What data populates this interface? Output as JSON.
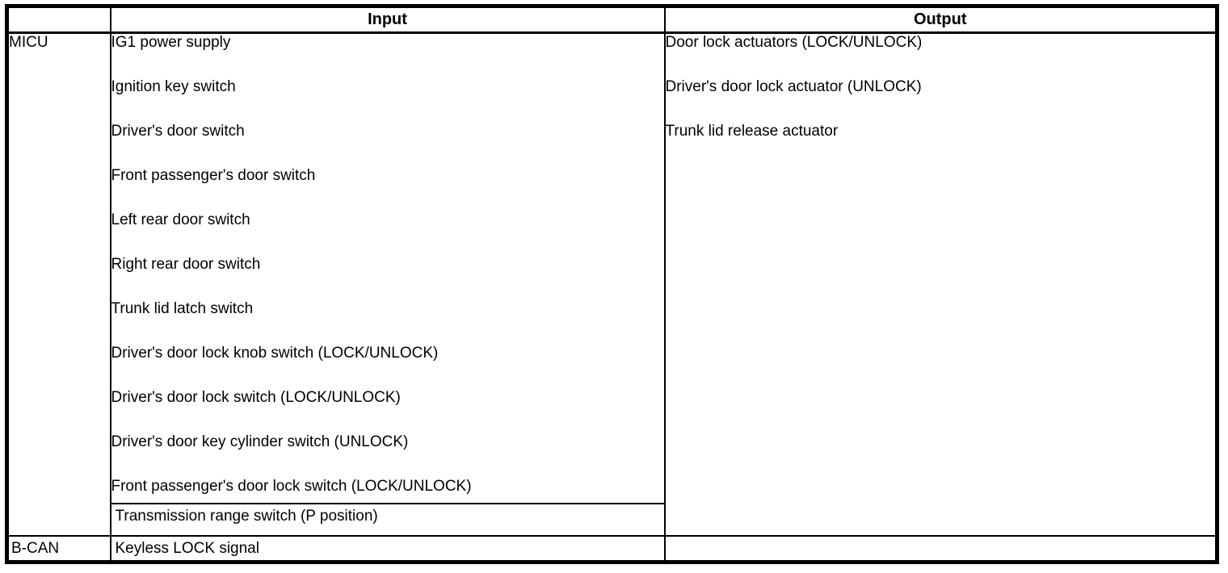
{
  "table": {
    "headers": {
      "unit": "",
      "input": "Input",
      "output": "Output"
    },
    "micu": {
      "label": "MICU",
      "inputs": [
        "IG1 power supply",
        "Ignition key switch",
        "Driver's door switch",
        "Front passenger's door switch",
        "Left rear door switch",
        "Right rear door switch",
        "Trunk lid latch switch",
        "Driver's door lock knob switch (LOCK/UNLOCK)",
        "Driver's door lock switch (LOCK/UNLOCK)",
        "Driver's door key cylinder switch (UNLOCK)",
        "Front passenger's door lock switch (LOCK/UNLOCK)"
      ],
      "sub_input": "Transmission range switch (P position)",
      "outputs": [
        "Door lock actuators (LOCK/UNLOCK)",
        "Driver's door lock actuator (UNLOCK)",
        "Trunk lid release actuator"
      ]
    },
    "bcan": {
      "label": "B-CAN",
      "input": "Keyless LOCK signal",
      "output": ""
    },
    "colors": {
      "border": "#000000",
      "background": "#ffffff",
      "text": "#000000"
    }
  }
}
